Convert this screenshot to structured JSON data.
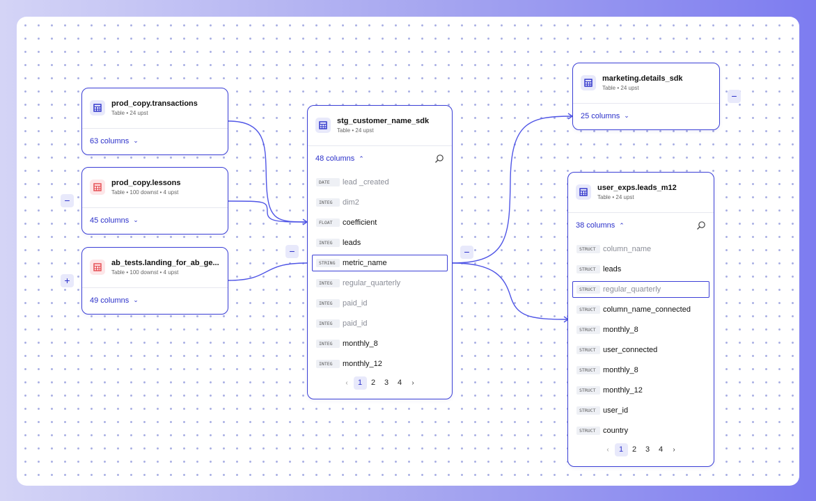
{
  "sources": [
    {
      "title": "prod_copy.transactions",
      "subtitle": "Table • 24 upst",
      "columns": "63 columns",
      "icon": "table-icon-blue"
    },
    {
      "title": "prod_copy.lessons",
      "subtitle": "Table • 100 downst • 4 upst",
      "columns": "45 columns",
      "icon": "table-icon-red"
    },
    {
      "title": "ab_tests.landing_for_ab_ge...",
      "subtitle": "Table • 100 downst • 4 upst",
      "columns": "49 columns",
      "icon": "table-icon-red"
    }
  ],
  "center": {
    "title": "stg_customer_name_sdk",
    "subtitle": "Table • 24 upst",
    "columns": "48 columns",
    "fields": [
      {
        "type": "DATE",
        "name": "lead _created"
      },
      {
        "type": "INTEG",
        "name": "dim2"
      },
      {
        "type": "FLOAT",
        "name": "coefficient"
      },
      {
        "type": "INTEG",
        "name": "leads"
      },
      {
        "type": "STRING",
        "name": "metric_name"
      },
      {
        "type": "INTEG",
        "name": "regular_quarterly"
      },
      {
        "type": "INTEG",
        "name": "paid_id"
      },
      {
        "type": "INTEG",
        "name": "paid_id"
      },
      {
        "type": "INTEG",
        "name": "monthly_8"
      },
      {
        "type": "INTEG",
        "name": "monthly_12"
      }
    ],
    "pages": [
      "1",
      "2",
      "3",
      "4"
    ]
  },
  "marketing": {
    "title": "marketing.details_sdk",
    "subtitle": "Table • 24 upst",
    "columns": "25 columns"
  },
  "leads": {
    "title": "user_exps.leads_m12",
    "subtitle": "Table • 24 upst",
    "columns": "38 columns",
    "fields": [
      {
        "type": "STRUCT",
        "name": "column_name"
      },
      {
        "type": "STRUCT",
        "name": "leads"
      },
      {
        "type": "STRUCT",
        "name": "regular_quarterly"
      },
      {
        "type": "STRUCT",
        "name": "column_name_connected"
      },
      {
        "type": "STRUCT",
        "name": "monthly_8"
      },
      {
        "type": "STRUCT",
        "name": "user_connected"
      },
      {
        "type": "STRUCT",
        "name": "monthly_8"
      },
      {
        "type": "STRUCT",
        "name": "monthly_12"
      },
      {
        "type": "STRUCT",
        "name": "user_id"
      },
      {
        "type": "STRUCT",
        "name": "country"
      }
    ],
    "pages": [
      "1",
      "2",
      "3",
      "4"
    ]
  },
  "toggles": {
    "collapse": "−",
    "expand": "+"
  },
  "pager_arrows": {
    "prev": "‹",
    "next": "›"
  },
  "colors": {
    "accent": "#3b3fd6",
    "edge": "#4f55e6",
    "red_icon": "#e5484d",
    "dot": "#aab0e4"
  }
}
